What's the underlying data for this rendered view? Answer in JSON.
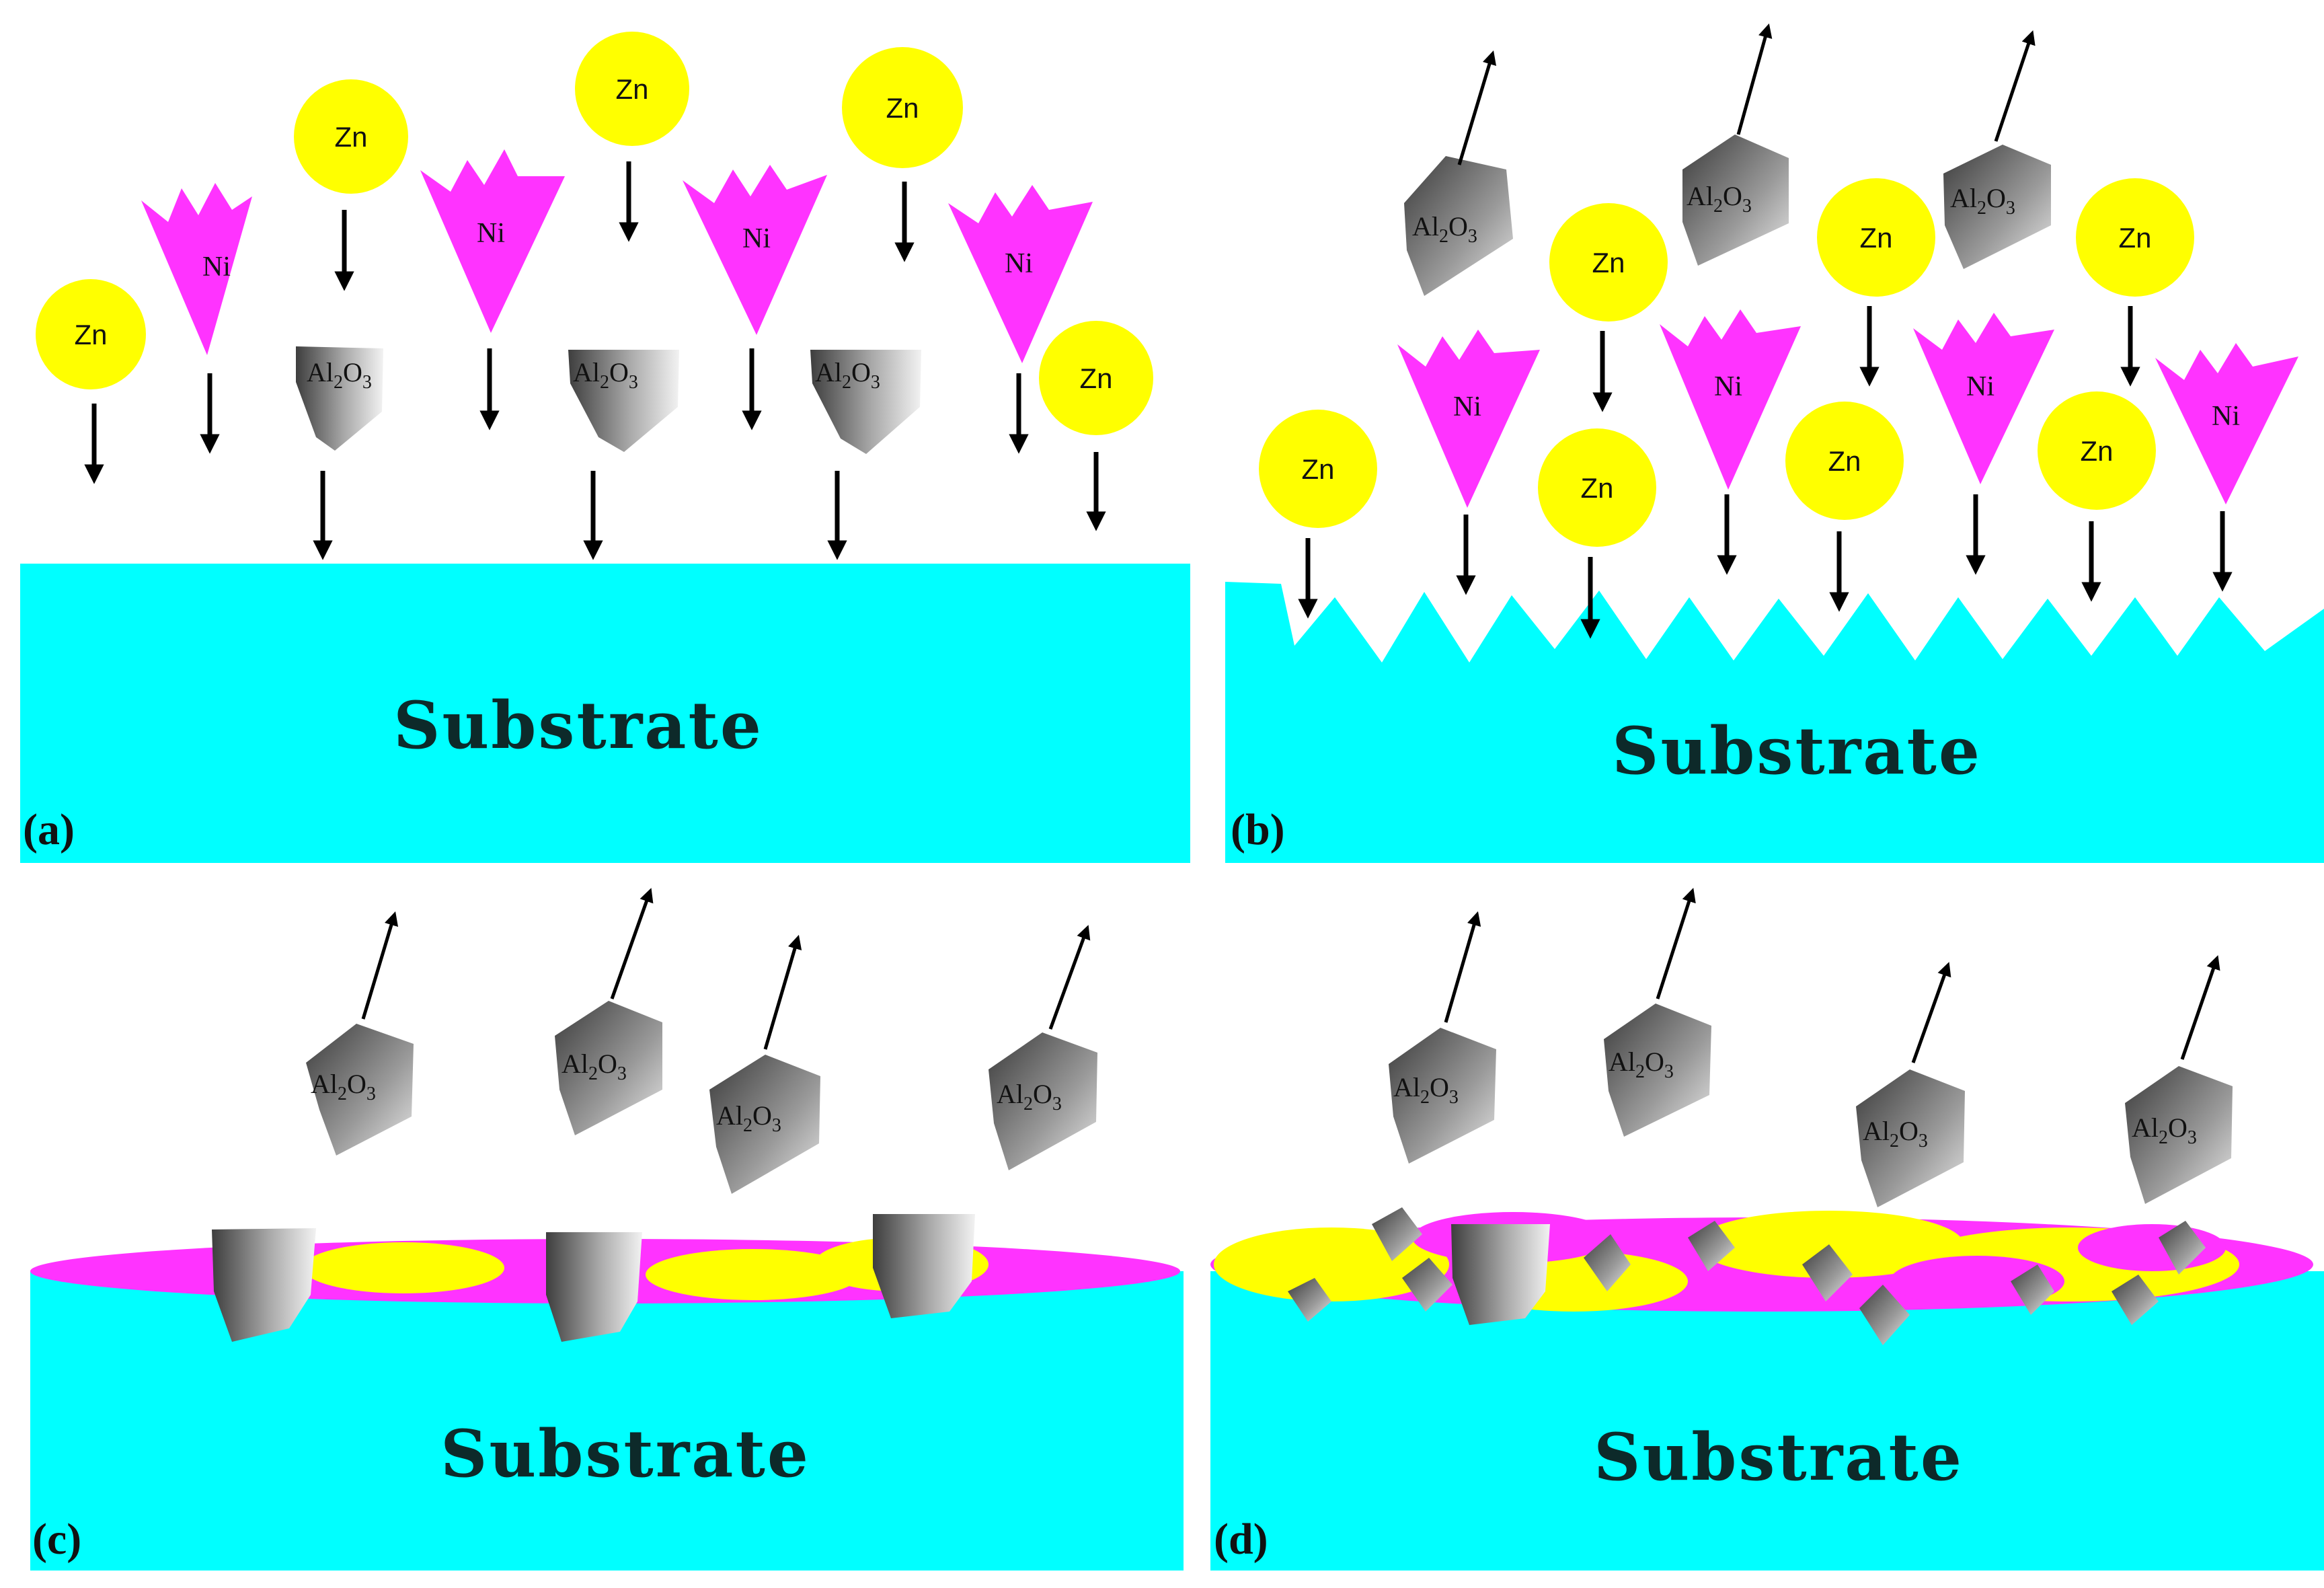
{
  "colors": {
    "substrate": "#00ffff",
    "zn": "#ffff00",
    "ni": "#ff33ff",
    "al2o3_dark": "#444444",
    "al2o3_light": "#eeeeee",
    "arrow": "#000000"
  },
  "labels": {
    "zn": "Zn",
    "ni": "Ni",
    "al2o3_base_al": "Al",
    "al2o3_sub_2": "2",
    "al2o3_base_o": "O",
    "al2o3_sub_3": "3"
  },
  "icons": {
    "zn": "yellow-circle-particle",
    "ni": "magenta-spiky-triangle-particle",
    "al2o3": "gray-polygon-particle",
    "arrow_down": "arrow-down",
    "arrow_up": "arrow-up-right"
  },
  "panels": [
    {
      "id": "a",
      "label": "(a)",
      "substrate": "Substrate"
    },
    {
      "id": "b",
      "label": "(b)",
      "substrate": "Substrate"
    },
    {
      "id": "c",
      "label": "(c)",
      "substrate": "Substrate"
    },
    {
      "id": "d",
      "label": "(d)",
      "substrate": "Substrate"
    }
  ]
}
